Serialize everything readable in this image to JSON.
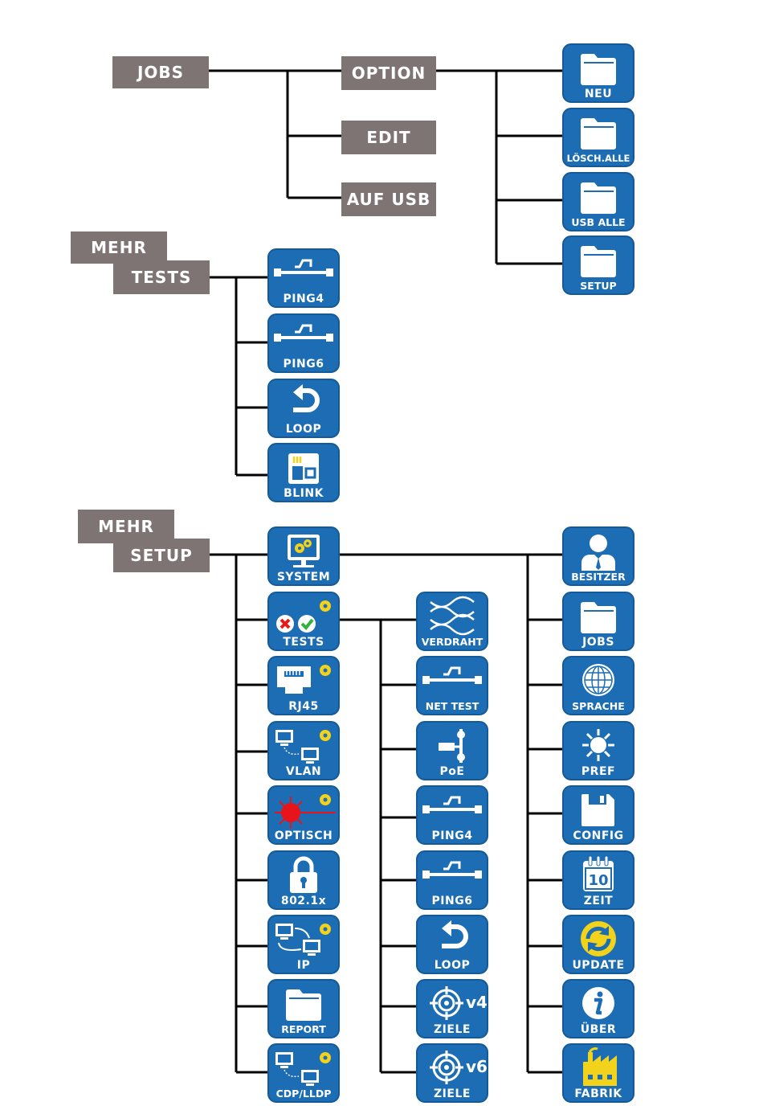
{
  "section_jobs": {
    "root_label": "JOBS",
    "sub_labels": [
      "OPTION",
      "EDIT",
      "AUF USB"
    ],
    "option_buttons": [
      {
        "label": "NEU",
        "icon": "folder-icon"
      },
      {
        "label": "LÖSCH.ALLE",
        "icon": "folder-icon"
      },
      {
        "label": "USB ALLE",
        "icon": "folder-icon"
      },
      {
        "label": "SETUP",
        "icon": "folder-icon"
      }
    ]
  },
  "section_tests": {
    "label_top": "MEHR",
    "label_bottom": "TESTS",
    "buttons": [
      {
        "label": "PING4",
        "icon": "ping-icon"
      },
      {
        "label": "PING6",
        "icon": "ping-icon"
      },
      {
        "label": "LOOP",
        "icon": "loop-icon"
      },
      {
        "label": "BLINK",
        "icon": "blink-icon"
      }
    ]
  },
  "section_setup": {
    "label_top": "MEHR",
    "label_bottom": "SETUP",
    "col1": [
      {
        "label": "SYSTEM",
        "icon": "system-icon"
      },
      {
        "label": "TESTS",
        "icon": "tests-icon"
      },
      {
        "label": "RJ45",
        "icon": "rj45-icon"
      },
      {
        "label": "VLAN",
        "icon": "vlan-icon"
      },
      {
        "label": "OPTISCH",
        "icon": "laser-icon"
      },
      {
        "label": "802.1x",
        "icon": "lock-icon"
      },
      {
        "label": "IP",
        "icon": "ip-icon"
      },
      {
        "label": "REPORT",
        "icon": "folder-icon"
      },
      {
        "label": "CDP/LLDP",
        "icon": "cdp-lldp-icon"
      }
    ],
    "col2": [
      {
        "label": "VERDRAHT",
        "icon": "wiremap-icon"
      },
      {
        "label": "NET TEST",
        "icon": "ping-icon"
      },
      {
        "label": "PoE",
        "icon": "poe-icon"
      },
      {
        "label": "PING4",
        "icon": "ping-icon"
      },
      {
        "label": "PING6",
        "icon": "ping-icon"
      },
      {
        "label": "LOOP",
        "icon": "loop-icon"
      },
      {
        "label": "ZIELE",
        "icon": "target-icon",
        "badge": "v4"
      },
      {
        "label": "ZIELE",
        "icon": "target-icon",
        "badge": "v6"
      }
    ],
    "col3": [
      {
        "label": "BESITZER",
        "icon": "owner-icon"
      },
      {
        "label": "JOBS",
        "icon": "folder-icon"
      },
      {
        "label": "SPRACHE",
        "icon": "globe-icon"
      },
      {
        "label": "PREF",
        "icon": "sun-icon"
      },
      {
        "label": "CONFIG",
        "icon": "floppy-icon"
      },
      {
        "label": "ZEIT",
        "icon": "calendar-icon",
        "badge": "10"
      },
      {
        "label": "UPDATE",
        "icon": "update-icon"
      },
      {
        "label": "ÜBER",
        "icon": "info-icon"
      },
      {
        "label": "FABRIK",
        "icon": "factory-icon"
      }
    ]
  },
  "colors": {
    "button_blue": "#1c6db3",
    "label_gray": "#7e7474",
    "gear_yellow": "#f2d21b",
    "line_black": "#000000"
  }
}
